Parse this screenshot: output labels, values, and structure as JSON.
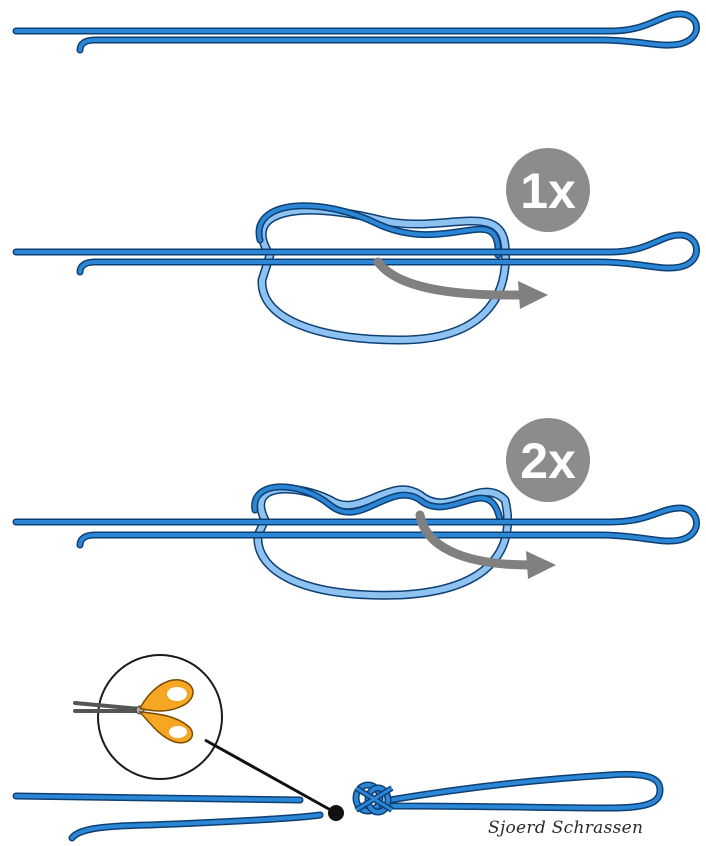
{
  "steps": [
    {
      "id": "step-0",
      "badge": ""
    },
    {
      "id": "step-1",
      "badge": "1x"
    },
    {
      "id": "step-2",
      "badge": "2x"
    },
    {
      "id": "step-3",
      "badge": ""
    }
  ],
  "signature": "Sjoerd Schrassen",
  "colors": {
    "line_blue": "#2b86d6",
    "line_dark": "#0e3f73",
    "line_light": "#8dc2f1",
    "badge_gray": "#8c8c8c",
    "arrow_gray": "#808080",
    "scissor_orange": "#f5a623"
  },
  "icons": [
    "curved-arrow-icon",
    "scissors-icon"
  ]
}
